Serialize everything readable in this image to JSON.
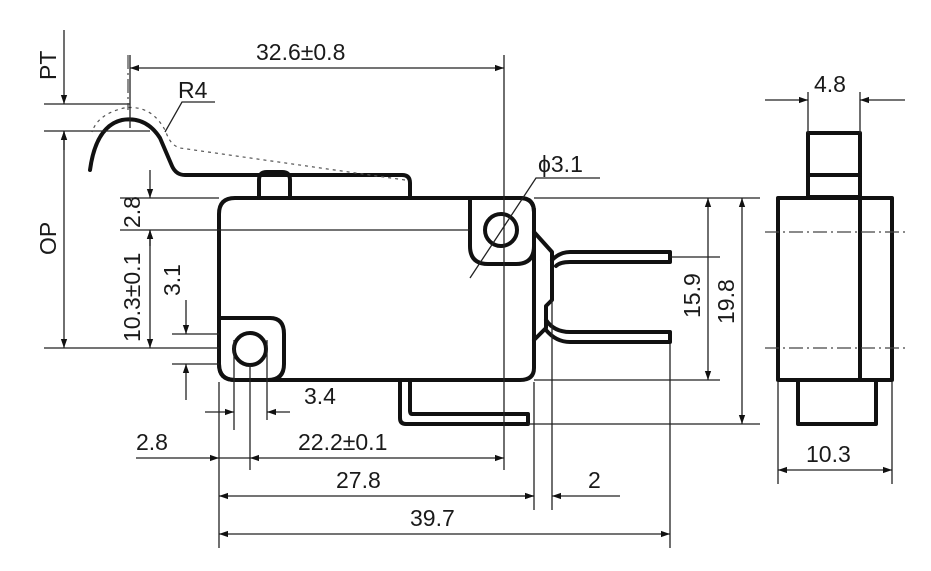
{
  "labels": {
    "pt": "PT",
    "op": "OP",
    "overall_lever": "32.6±0.8",
    "radius": "R4",
    "hole_dia": "ϕ3.1",
    "dim_2_8_vertical": "2.8",
    "dim_10_3": "10.3±0.1",
    "dim_3_1": "3.1",
    "dim_15_9": "15.9",
    "dim_19_8": "19.8",
    "dim_3_4": "3.4",
    "dim_2_8_horizontal": "2.8",
    "dim_22_2": "22.2±0.1",
    "dim_27_8": "27.8",
    "dim_2": "2",
    "dim_39_7": "39.7",
    "side_width_top": "4.8",
    "side_width_bottom": "10.3"
  },
  "colors": {
    "line": "#111111",
    "background": "#ffffff"
  }
}
